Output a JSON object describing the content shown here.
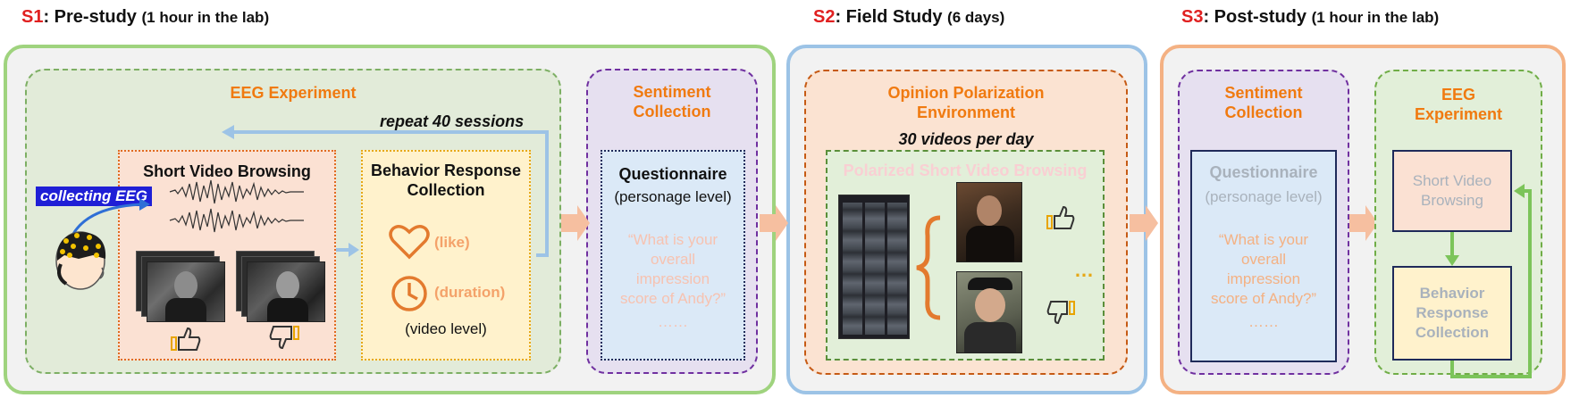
{
  "stages": {
    "s1": {
      "id": "S1",
      "title": ": Pre-study ",
      "sub": "(1 hour in the lab)"
    },
    "s2": {
      "id": "S2",
      "title": ": Field Study ",
      "sub": "(6 days)"
    },
    "s3": {
      "id": "S3",
      "title": ": Post-study ",
      "sub": "(1 hour in the lab)"
    }
  },
  "s1": {
    "eeg_title": "EEG Experiment",
    "repeat": "repeat 40 sessions",
    "collecting": "collecting EEG",
    "browsing_title": "Short Video Browsing",
    "behavior_title_1": "Behavior Response",
    "behavior_title_2": "Collection",
    "like": "(like)",
    "duration": "(duration)",
    "video_level": "(video level)",
    "sentiment_title_1": "Sentiment",
    "sentiment_title_2": "Collection",
    "questionnaire": "Questionnaire",
    "personage": "(personage level)",
    "question_1": "“What is your",
    "question_2": "overall",
    "question_3": "impression",
    "question_4": "score of Andy?”",
    "ellipsis": "……"
  },
  "s2": {
    "env_title_1": "Opinion Polarization",
    "env_title_2": "Environment",
    "per_day": "30 videos per day",
    "polarized": "Polarized Short Video Browsing",
    "dots": "…"
  },
  "s3": {
    "sentiment_title_1": "Sentiment",
    "sentiment_title_2": "Collection",
    "questionnaire": "Questionnaire",
    "personage": "(personage level)",
    "question_1": "“What is your",
    "question_2": "overall",
    "question_3": "impression",
    "question_4": "score of Andy?”",
    "ellipsis": "……",
    "eeg_title_1": "EEG",
    "eeg_title_2": "Experiment",
    "browsing_1": "Short Video",
    "browsing_2": "Browsing",
    "behavior_1": "Behavior",
    "behavior_2": "Response",
    "behavior_3": "Collection"
  },
  "colors": {
    "orange_title": "#f07a10",
    "red_stage": "#e02020",
    "green_border": "#9fd37e",
    "blue_border": "#9cc3e6",
    "peach_border": "#f4b183",
    "purple_dash": "#7030a0"
  }
}
